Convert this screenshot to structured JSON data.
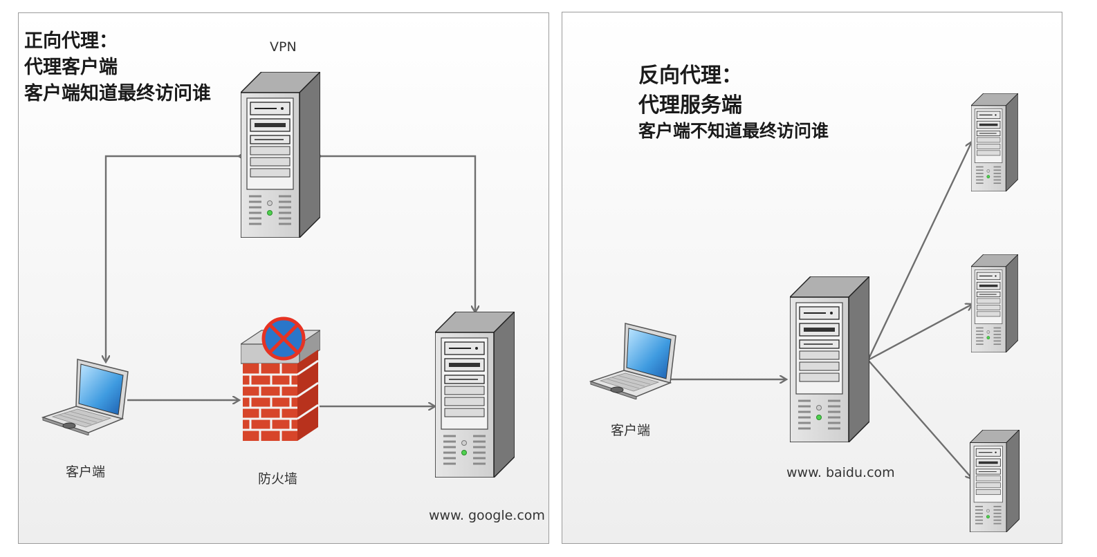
{
  "forward": {
    "title": "正向代理：",
    "line1": "代理客户端",
    "line2": "客户端知道最终访问谁",
    "vpn_label": "VPN",
    "client_label": "客户端",
    "firewall_label": "防火墙",
    "site_label": "www. google.com"
  },
  "reverse": {
    "title": "反向代理：",
    "line1": "代理服务端",
    "line2": "客户端不知道最终访问谁",
    "client_label": "客户端",
    "proxy_label": "www. baidu.com"
  },
  "icons": {
    "server": "server-icon",
    "laptop": "laptop-icon",
    "firewall": "firewall-icon",
    "blocked": "no-entry-icon"
  },
  "colors": {
    "arrow": "#6e6e6e",
    "brick": "#d7452a",
    "blocked": "#e63323",
    "blocked_bg": "#2a76c9"
  }
}
